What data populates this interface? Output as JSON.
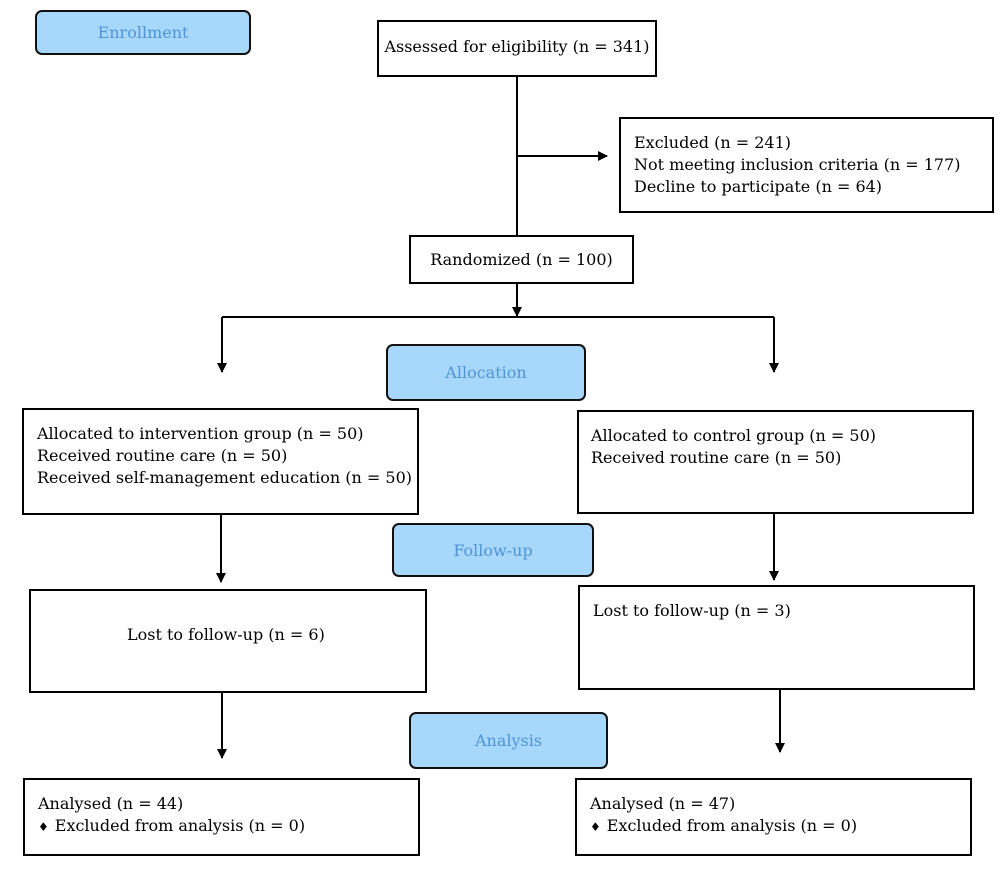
{
  "stages": {
    "enrollment": "Enrollment",
    "allocation": "Allocation",
    "follow_up": "Follow-up",
    "analysis": "Analysis"
  },
  "assessed": "Assessed for eligibility (n = 341)",
  "excluded": {
    "title": "Excluded (n = 241)",
    "not_meeting": "Not meeting inclusion criteria (n = 177)",
    "declined": "Decline to participate (n = 64)"
  },
  "randomized": "Randomized (n = 100)",
  "intervention": {
    "allocated": "Allocated to intervention group (n = 50)",
    "routine_care": "Received routine care (n = 50)",
    "education": "Received self-management education (n = 50)",
    "lost": "Lost to follow-up (n = 6)",
    "analysed": "Analysed (n = 44)",
    "excluded_analysis": "Excluded from analysis (n = 0)"
  },
  "control": {
    "allocated": "Allocated to control group (n = 50)",
    "routine_care": "Received routine care (n = 50)",
    "lost": "Lost to follow-up (n = 3)",
    "analysed": "Analysed (n = 47)",
    "excluded_analysis": "Excluded from analysis (n = 0)"
  },
  "bullet_glyph": "♦",
  "colors": {
    "stage_fill": "#a7d7fb",
    "stage_text": "#4f94d6",
    "line": "#000000"
  }
}
